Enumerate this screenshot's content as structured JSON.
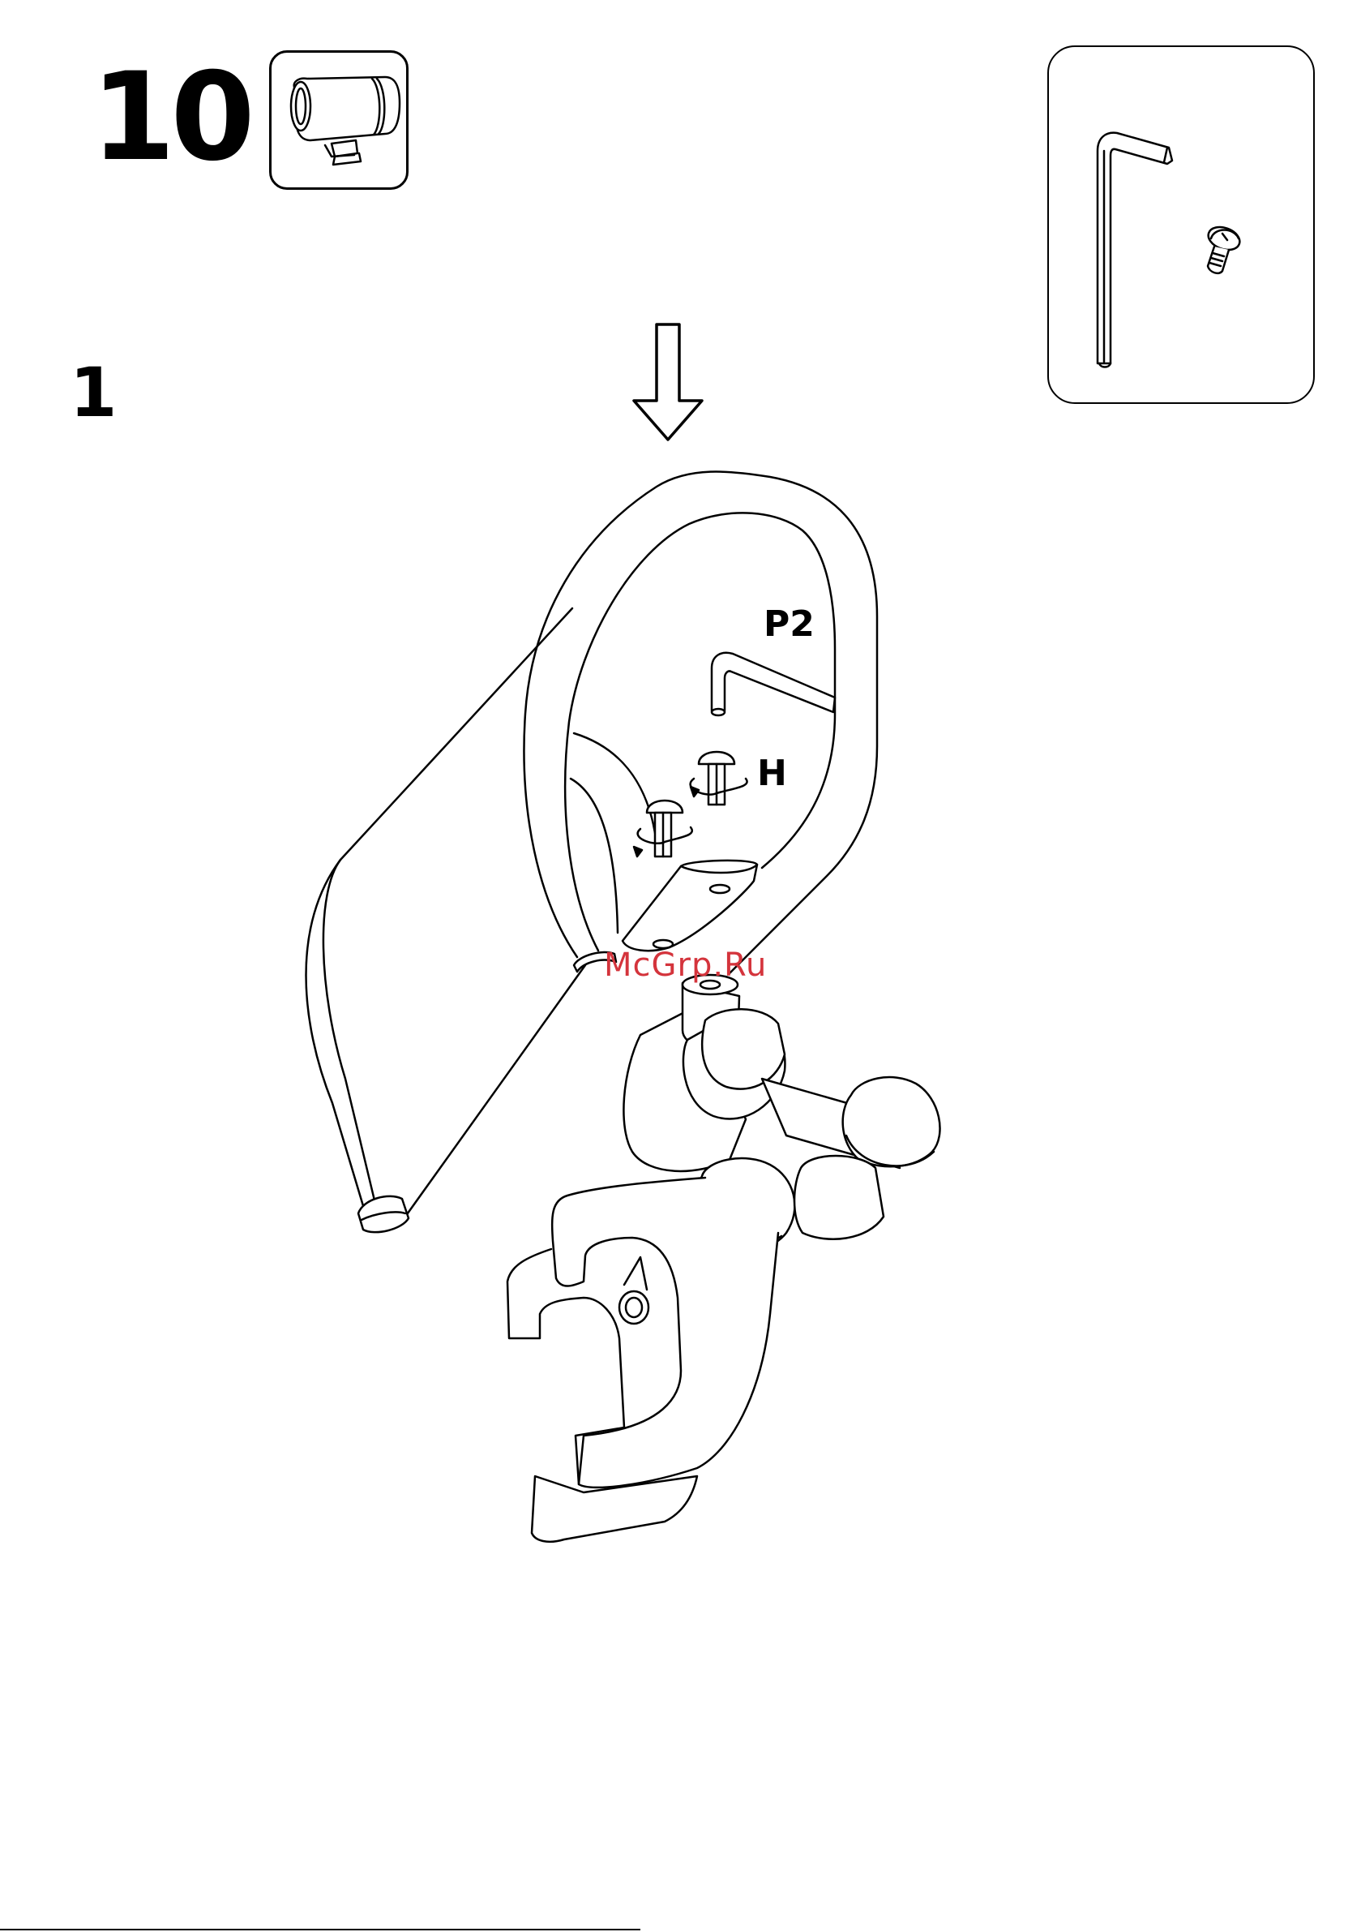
{
  "page": {
    "step_number": "10",
    "substep_number": "1"
  },
  "part_icon": {
    "name": "armrest-sleeve-icon"
  },
  "tools": {
    "items": [
      "hex-key-icon",
      "screw-icon"
    ]
  },
  "labels": {
    "hex_key": "P2",
    "screw": "H"
  },
  "watermark": "McGrp.Ru",
  "colors": {
    "line": "#000000",
    "watermark": "#d4343c",
    "background": "#ffffff"
  }
}
